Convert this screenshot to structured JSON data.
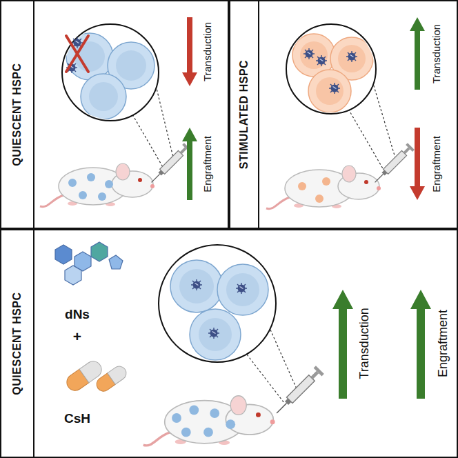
{
  "diagram": {
    "nodes": [
      {
        "text": [
          "QUIESCENT HSPC"
        ]
      },
      {
        "text": [
          "STIMULATED HSPC"
        ]
      },
      {
        "text": [
          "QUIESCENT HSPC"
        ]
      }
    ],
    "labels": [
      "Transduction",
      "Engraftment",
      "Transduction",
      "Engraftment",
      "dNs",
      "+",
      "CsH",
      "Transduction",
      "Engraftment"
    ]
  }
}
